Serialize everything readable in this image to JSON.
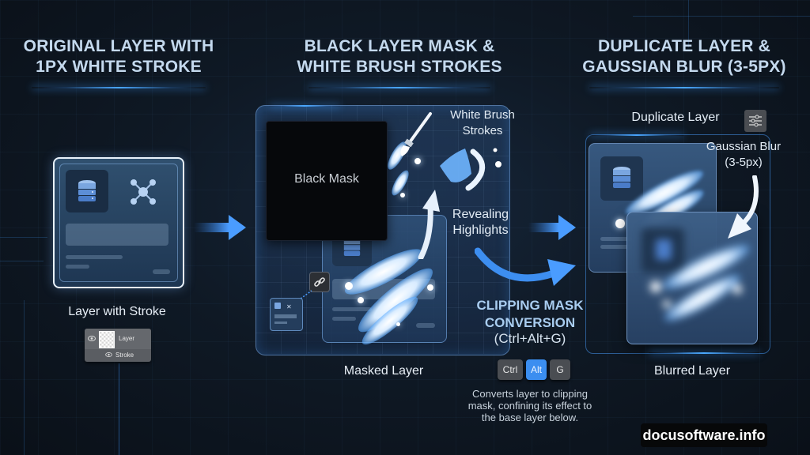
{
  "panels": [
    {
      "heading_line1": "ORIGINAL LAYER WITH",
      "heading_line2": "1PX WHITE STROKE",
      "caption": "Layer with Stroke",
      "layers_panel": {
        "layer_name": "Layer",
        "effect_name": "Stroke"
      }
    },
    {
      "heading_line1": "BLACK LAYER MASK &",
      "heading_line2": "WHITE BRUSH STROKES",
      "black_mask_label": "Black Mask",
      "brush_label_line1": "White Brush",
      "brush_label_line2": "Strokes",
      "reveal_label_line1": "Revealing",
      "reveal_label_line2": "Highlights",
      "caption": "Masked Layer"
    },
    {
      "heading_line1": "DUPLICATE LAYER &",
      "heading_line2": "GAUSSIAN BLUR (3-5PX)",
      "duplicate_label": "Duplicate Layer",
      "blur_label_line1": "Gaussian Blur",
      "blur_label_line2": "(3-5px)",
      "caption": "Blurred Layer"
    }
  ],
  "clipping": {
    "title_line1": "CLIPPING MASK",
    "title_line2": "CONVERSION",
    "shortcut": "(Ctrl+Alt+G)",
    "keys": [
      "Ctrl",
      "Alt",
      "G"
    ],
    "description_line1": "Converts layer to clipping",
    "description_line2": "mask, confining its effect to",
    "description_line3": "the base layer below."
  },
  "watermark": "docusoftware.info",
  "colors": {
    "background": "#0f1925",
    "accent_blue": "#3d9bff",
    "heading": "#c4d9ee",
    "alt_key": "#3b8ef0",
    "key_gray": "#4a4d52"
  },
  "icons": [
    "database-icon",
    "network-nodes-icon",
    "eye-icon",
    "link-icon",
    "paintbrush-icon",
    "sliders-icon",
    "arrow-right-icon",
    "curved-arrow-icon"
  ]
}
